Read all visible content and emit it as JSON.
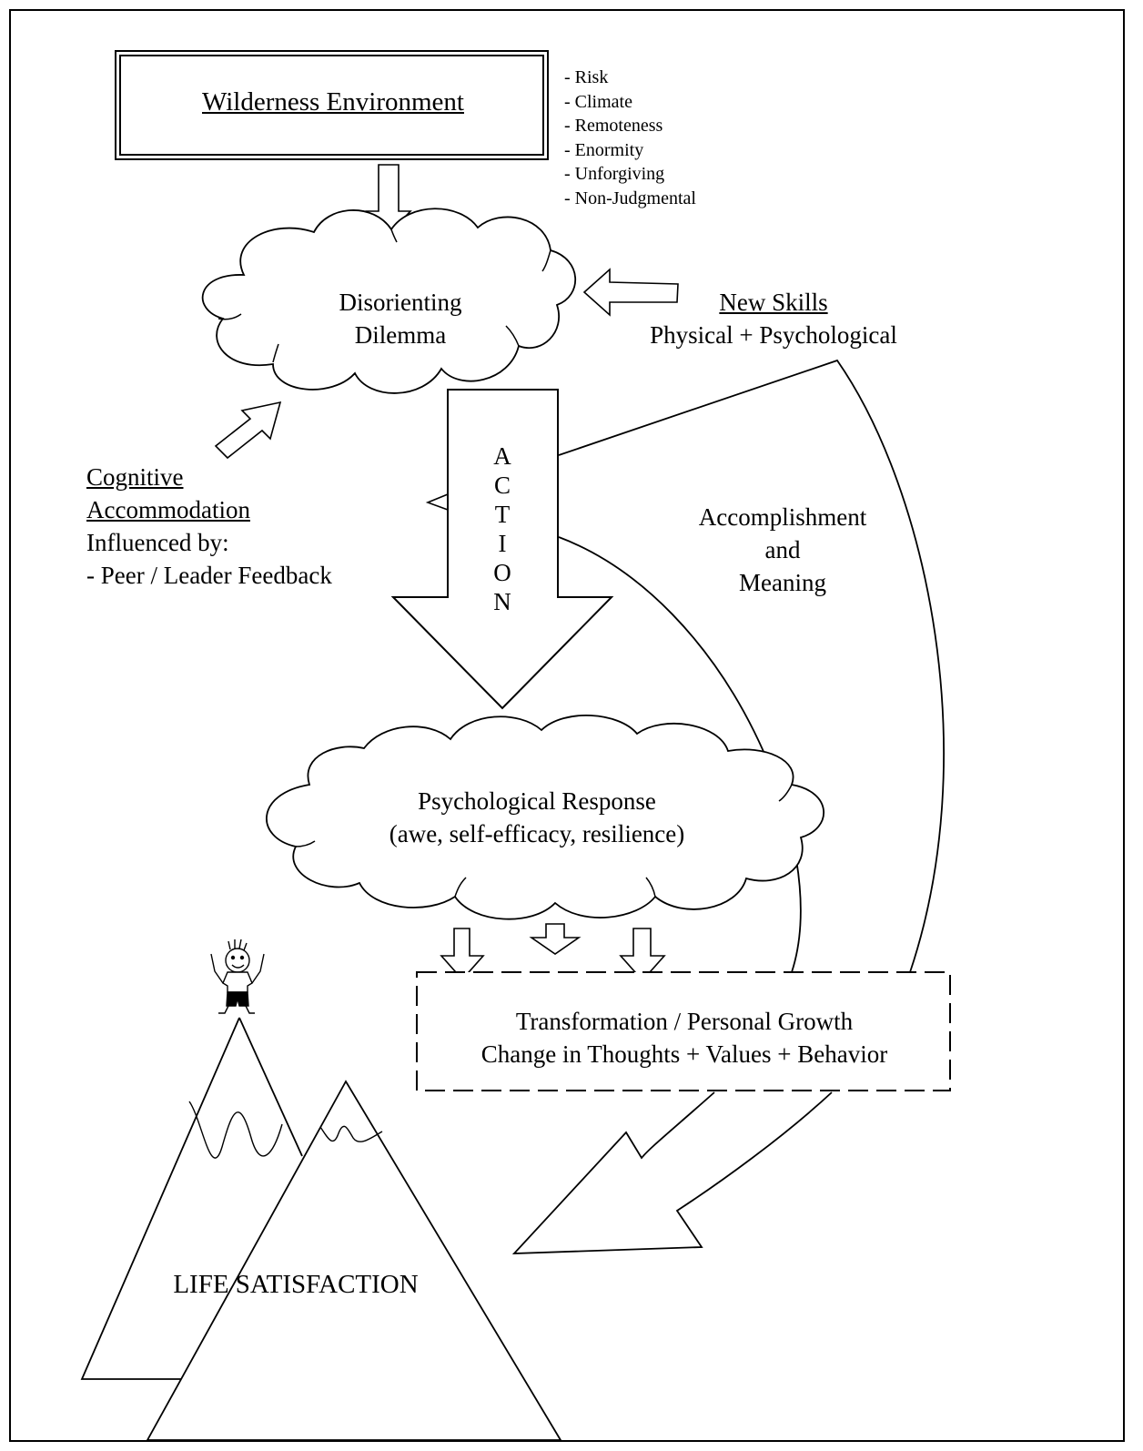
{
  "wilderness": {
    "title": "Wilderness Environment",
    "features": [
      "- Risk",
      "- Climate",
      "- Remoteness",
      "- Enormity",
      "- Unforgiving",
      "- Non-Judgmental"
    ]
  },
  "dilemma": {
    "line1": "Disorienting",
    "line2": "Dilemma"
  },
  "new_skills": {
    "title": "New Skills",
    "subtitle": "Physical + Psychological"
  },
  "cognitive": {
    "line1": "Cognitive",
    "line2": "Accommodation",
    "line3": "Influenced by:",
    "line4": "- Peer / Leader Feedback"
  },
  "action": {
    "letters": [
      "A",
      "C",
      "T",
      "I",
      "O",
      "N"
    ]
  },
  "accomplishment": {
    "line1": "Accomplishment",
    "line2": "and",
    "line3": "Meaning"
  },
  "psych_response": {
    "line1": "Psychological Response",
    "line2": "(awe, self-efficacy, resilience)"
  },
  "transformation": {
    "line1": "Transformation / Personal Growth",
    "line2": "Change in Thoughts + Values + Behavior"
  },
  "life_satisfaction": {
    "label": "LIFE SATISFACTION"
  }
}
